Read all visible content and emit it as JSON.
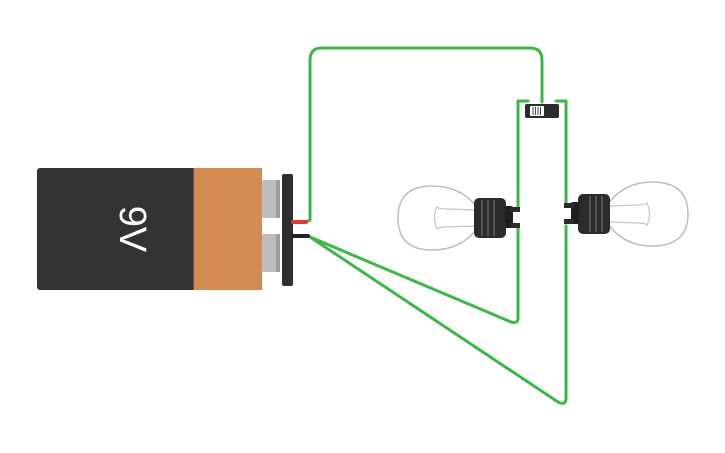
{
  "circuit": {
    "battery": {
      "label": "9V",
      "body_color": "#333333",
      "band_color": "#d38b4f",
      "terminal_color": "#bdbdbd"
    },
    "wire_color": "#3fb54a",
    "lead_positive_color": "#e53935",
    "lead_negative_color": "#222222",
    "bulbs": [
      {
        "name": "bulb-left"
      },
      {
        "name": "bulb-right"
      }
    ],
    "switch": {
      "state": "on"
    }
  }
}
